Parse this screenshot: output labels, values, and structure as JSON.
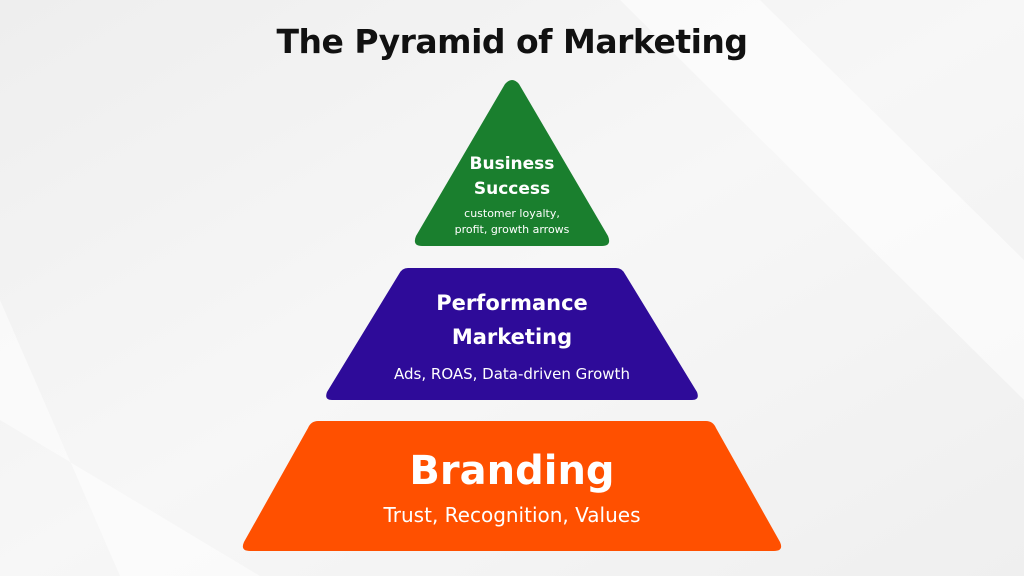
{
  "title": "The Pyramid of Marketing",
  "colors": {
    "top": "#1a7f2e",
    "middle": "#2e0b99",
    "bottom": "#ff5000",
    "background": "#f2f2f2"
  },
  "tiers": {
    "top": {
      "title_line1": "Business",
      "title_line2": "Success",
      "subtitle_line1": "customer loyalty,",
      "subtitle_line2": "profit, growth arrows"
    },
    "middle": {
      "title_line1": "Performance",
      "title_line2": "Marketing",
      "subtitle": "Ads, ROAS, Data-driven Growth"
    },
    "bottom": {
      "title": "Branding",
      "subtitle": "Trust, Recognition, Values"
    }
  }
}
